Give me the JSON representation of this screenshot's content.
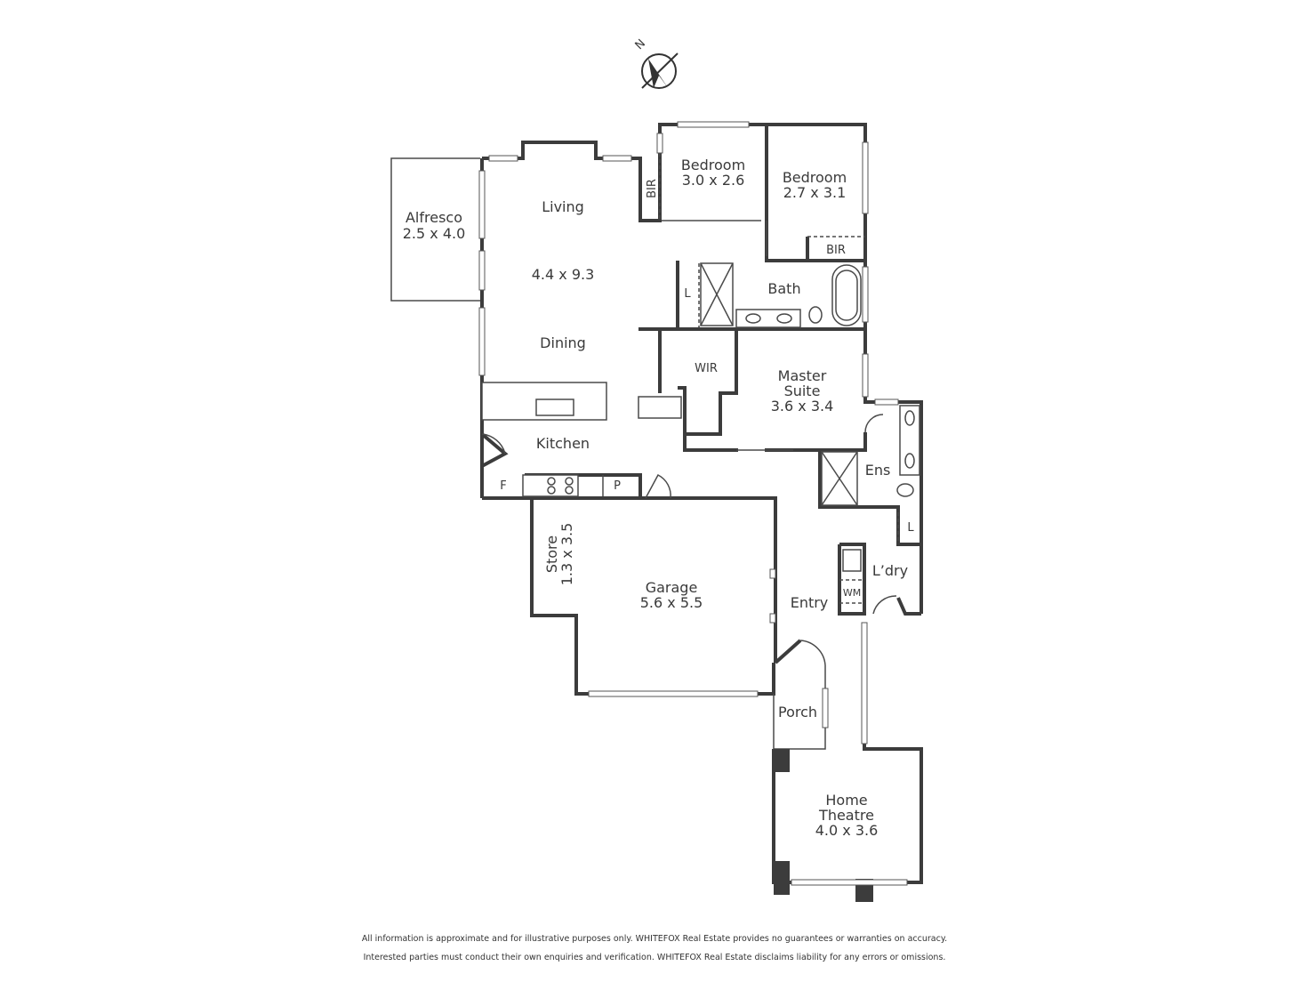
{
  "compass": {
    "label": "N",
    "icon": "north-arrow-icon"
  },
  "rooms": {
    "alfresco": {
      "name": "Alfresco",
      "size": "2.5 x 4.0"
    },
    "living": {
      "name": "Living",
      "size": "4.4 x 9.3"
    },
    "dining": {
      "name": "Dining"
    },
    "kitchen": {
      "name": "Kitchen",
      "fridge": "F",
      "pantry": "P"
    },
    "bedroom1": {
      "name": "Bedroom",
      "size": "3.0 x 2.6"
    },
    "bedroom2": {
      "name": "Bedroom",
      "size": "2.7 x 3.1"
    },
    "bir1": {
      "name": "BIR"
    },
    "bir2": {
      "name": "BIR"
    },
    "bath": {
      "name": "Bath",
      "linen": "L"
    },
    "wir": {
      "name": "WIR"
    },
    "master": {
      "name1": "Master",
      "name2": "Suite",
      "size": "3.6 x 3.4"
    },
    "ens": {
      "name": "Ens"
    },
    "linen2": {
      "name": "L"
    },
    "laundry": {
      "name": "L’dry",
      "wm": "WM"
    },
    "store": {
      "name": "Store",
      "size": "1.3 x 3.5"
    },
    "garage": {
      "name": "Garage",
      "size": "5.6 x 5.5"
    },
    "entry": {
      "name": "Entry"
    },
    "porch": {
      "name": "Porch"
    },
    "theatre": {
      "name1": "Home",
      "name2": "Theatre",
      "size": "4.0 x 3.6"
    }
  },
  "disclaimer": {
    "line1": "All information is approximate and for illustrative purposes only. WHITEFOX Real Estate provides no guarantees or warranties on accuracy.",
    "line2": "Interested parties must conduct their own enquiries and verification. WHITEFOX Real Estate disclaims liability for any errors or omissions."
  }
}
